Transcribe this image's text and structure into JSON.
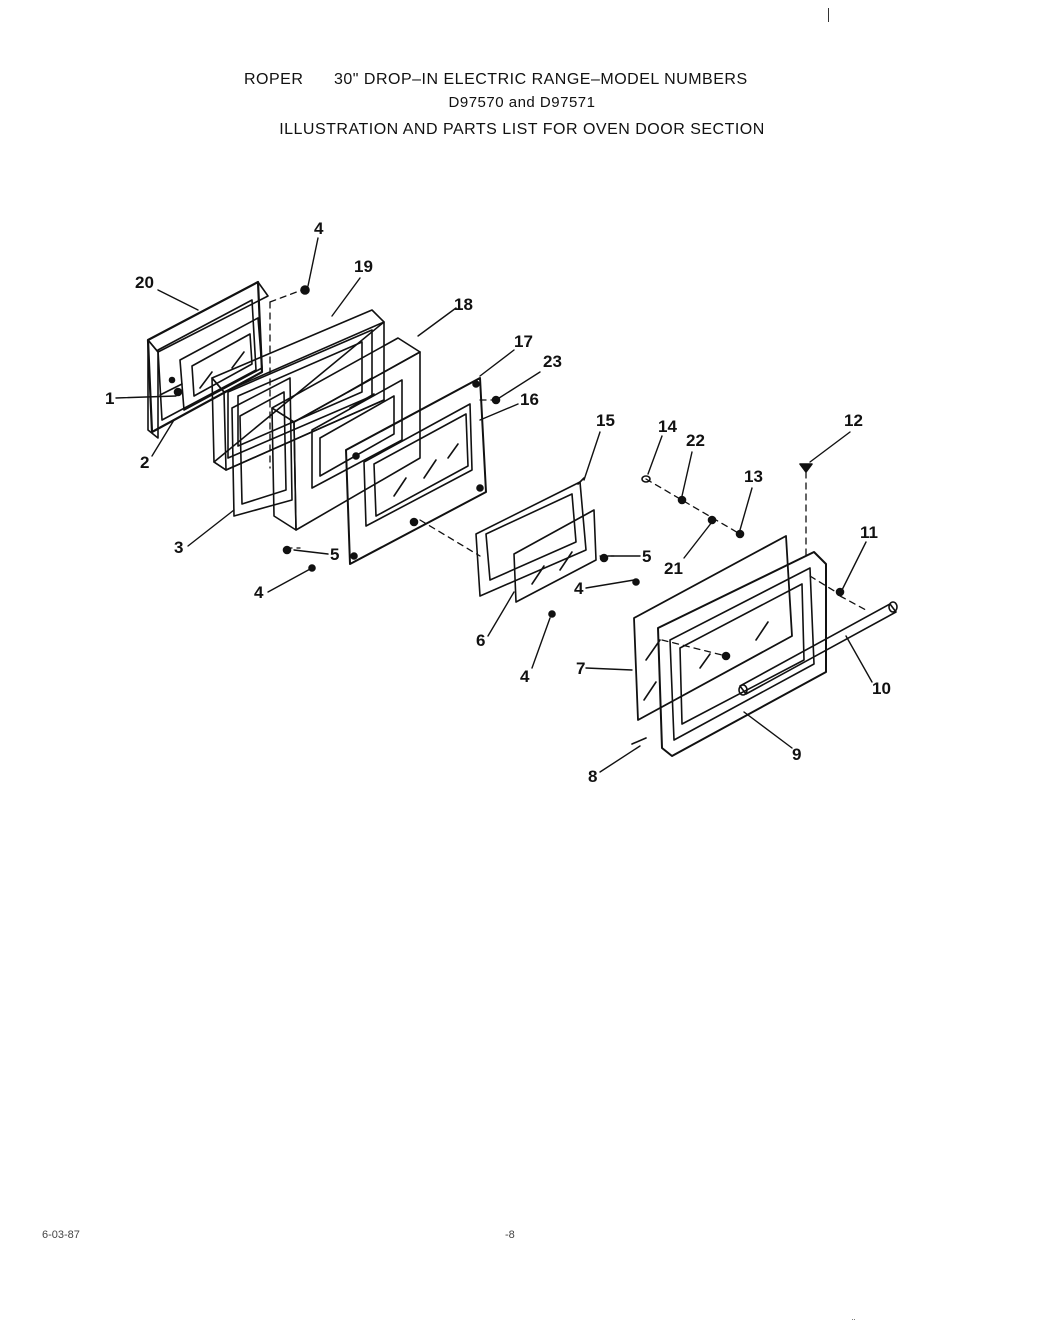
{
  "header": {
    "brand": "ROPER",
    "title_line1": "30\" DROP–IN ELECTRIC RANGE–MODEL NUMBERS",
    "title_line2": "D97570 and D97571",
    "title_line3": "ILLUSTRATION AND PARTS LIST FOR OVEN DOOR SECTION"
  },
  "footer": {
    "date": "6-03-87",
    "page": "-8"
  },
  "callouts": [
    "20",
    "4",
    "19",
    "18",
    "17",
    "23",
    "16",
    "1",
    "2",
    "3",
    "5",
    "4",
    "15",
    "14",
    "22",
    "12",
    "13",
    "11",
    "21",
    "5",
    "4",
    "6",
    "4",
    "7",
    "10",
    "9",
    "8"
  ]
}
